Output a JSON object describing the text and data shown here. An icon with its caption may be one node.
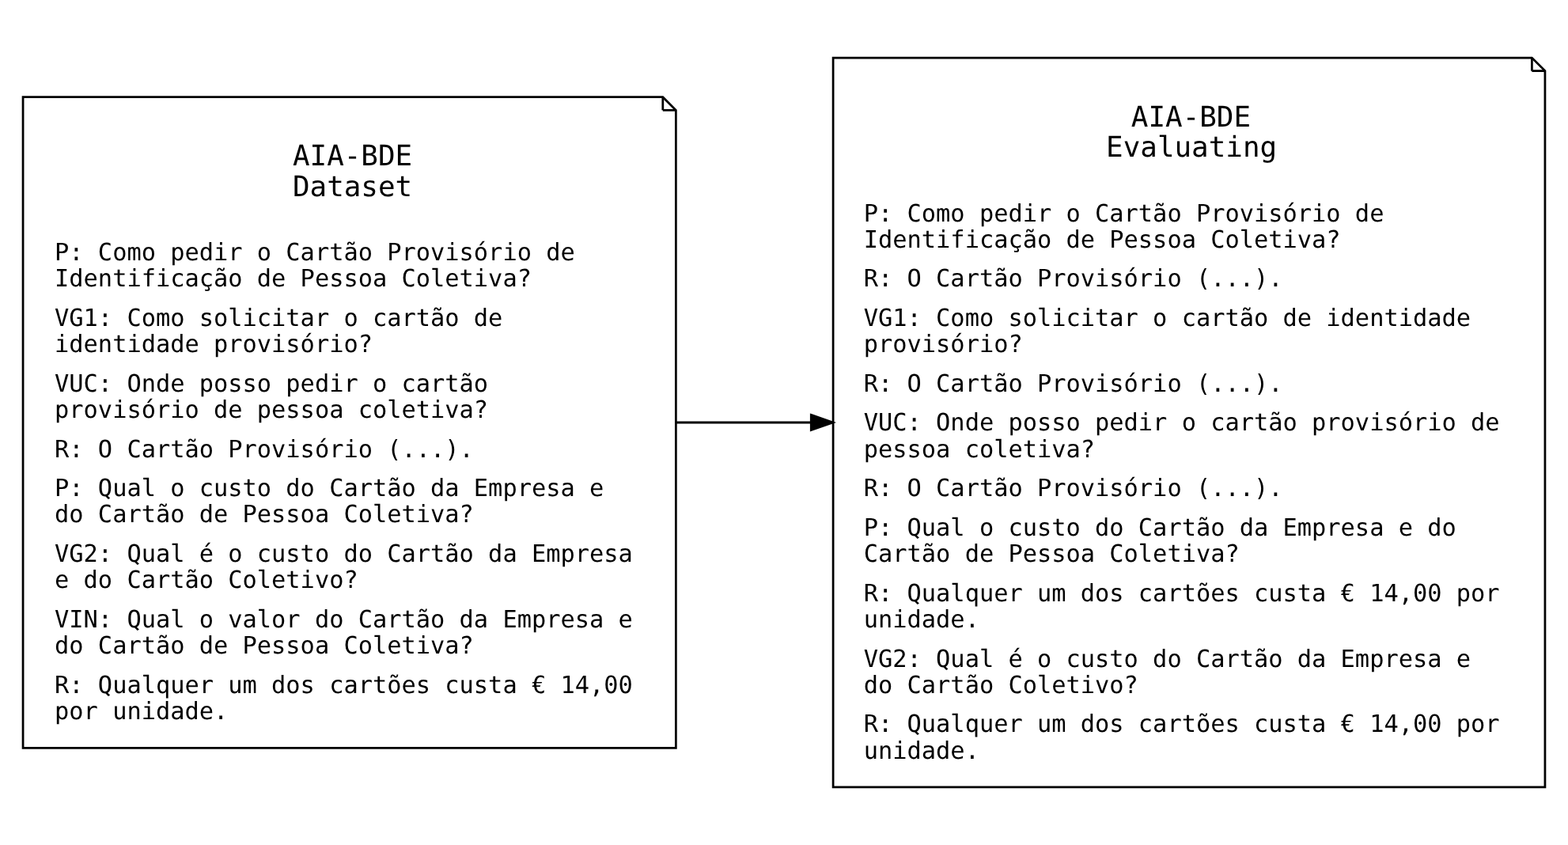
{
  "diagram": {
    "nodes": [
      {
        "text": [
          "AIA-BDE Dataset",
          "P: Como pedir o Cartão Provisório de Identificação de Pessoa Coletiva?",
          "VG1: Como solicitar o cartão de identidade provisório?",
          "VUC: Onde posso pedir o cartão provisório de pessoa coletiva?",
          "R: O Cartão Provisório (...).",
          "P: Qual o custo do Cartão da Empresa e do Cartão de Pessoa Coletiva?",
          "VG2: Qual é o custo do Cartão da Empresa e do Cartão Coletivo?",
          "VIN: Qual o valor do Cartão da Empresa e do Cartão de Pessoa Coletiva?",
          "R: Qualquer um dos cartões custa € 14,00 por unidade."
        ]
      },
      {
        "text": [
          "AIA-BDE Evaluating",
          "P: Como pedir o Cartão Provisório de Identificação de Pessoa Coletiva?",
          "R: O Cartão Provisório (...).",
          "VG1: Como solicitar o cartão de identidade provisório?",
          "R: O Cartão Provisório (...).",
          "VUC: Onde posso pedir o cartão provisório de pessoa coletiva?",
          "R: O Cartão Provisório (...).",
          "P: Qual o custo do Cartão da Empresa e do Cartão de Pessoa Coletiva?",
          "R: Qualquer um dos cartões custa € 14,00 por unidade.",
          "VG2: Qual é o custo do Cartão da Empresa e do Cartão Coletivo?",
          "R: Qualquer um dos cartões custa € 14,00 por unidade."
        ]
      }
    ],
    "edges": [
      {
        "from": 0,
        "to": 1,
        "arrow": "to"
      }
    ]
  }
}
